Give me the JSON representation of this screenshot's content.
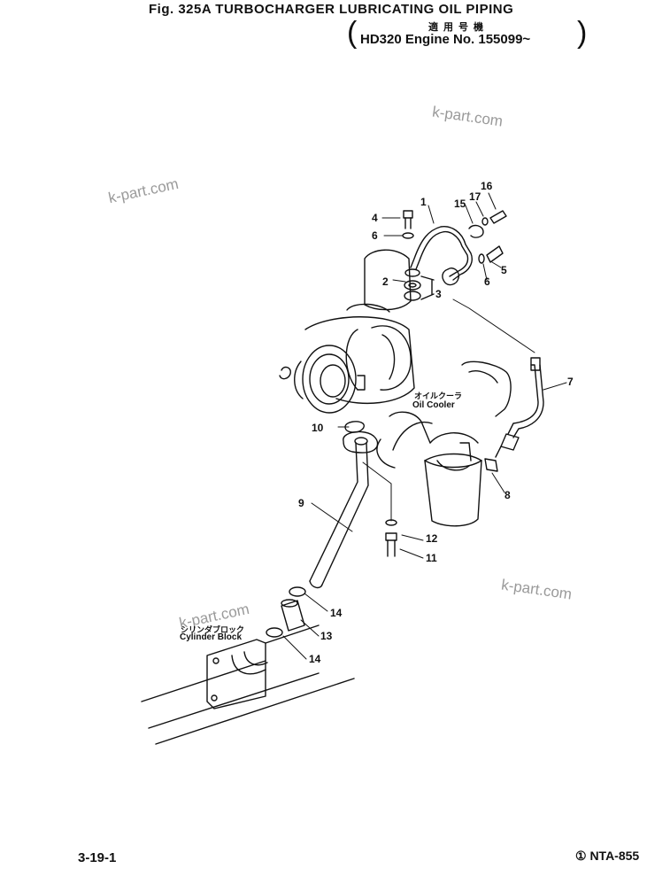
{
  "header": {
    "title": "Fig. 325A   TURBOCHARGER LUBRICATING OIL PIPING",
    "applicability_jp": "適用号機",
    "applicability": "HD320 Engine No. 155099~"
  },
  "labels": {
    "oil_cooler_jp": "オイルクーラ",
    "oil_cooler": "Oil Cooler",
    "cylinder_block_jp": "シリンダブロック",
    "cylinder_block": "Cylinder Block"
  },
  "part_numbers": [
    "1",
    "2",
    "3",
    "4",
    "5",
    "6",
    "6",
    "7",
    "8",
    "9",
    "10",
    "11",
    "12",
    "13",
    "14",
    "14",
    "15",
    "16",
    "17"
  ],
  "watermarks": [
    "k-part.com",
    "k-part.com",
    "k-part.com",
    "k-part.com"
  ],
  "footer": {
    "page": "3-19-1",
    "code": "① NTA-855"
  },
  "colors": {
    "line": "#111111",
    "watermark": "#9a9a9a"
  }
}
